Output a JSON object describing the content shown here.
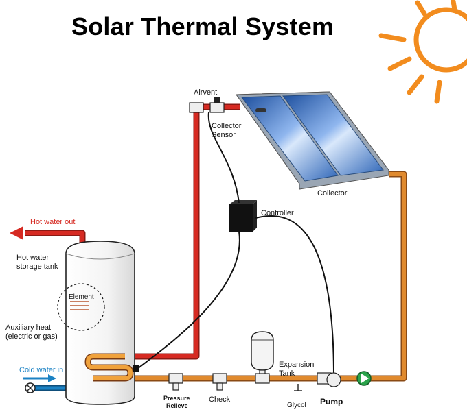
{
  "title": "Solar Thermal System",
  "labels": {
    "airvent": "Airvent",
    "collector_sensor_1": "Collector",
    "collector_sensor_2": "Sensor",
    "collector": "Collector",
    "controller": "Controller",
    "hot_water_out": "Hot water out",
    "storage_tank_1": "Hot water",
    "storage_tank_2": "storage tank",
    "element": "Element",
    "aux_heat_1": "Auxiliary heat",
    "aux_heat_2": "(electric or gas)",
    "cold_water_in": "Cold water in",
    "expansion_tank_1": "Expansion",
    "expansion_tank_2": "Tank",
    "pressure_relieve_1": "Pressure",
    "pressure_relieve_2": "Relieve",
    "check": "Check",
    "glycol": "Glycol",
    "pump": "Pump"
  },
  "colors": {
    "hot_pipe": "#d62a22",
    "cold_pipe": "#e08a2e",
    "inlet": "#1b82c4",
    "sun": "#f28c1e",
    "panel": "#5b8fd6"
  },
  "icons": {
    "sun": "sun-icon",
    "pump": "pump-icon",
    "valve": "valve-icon"
  }
}
